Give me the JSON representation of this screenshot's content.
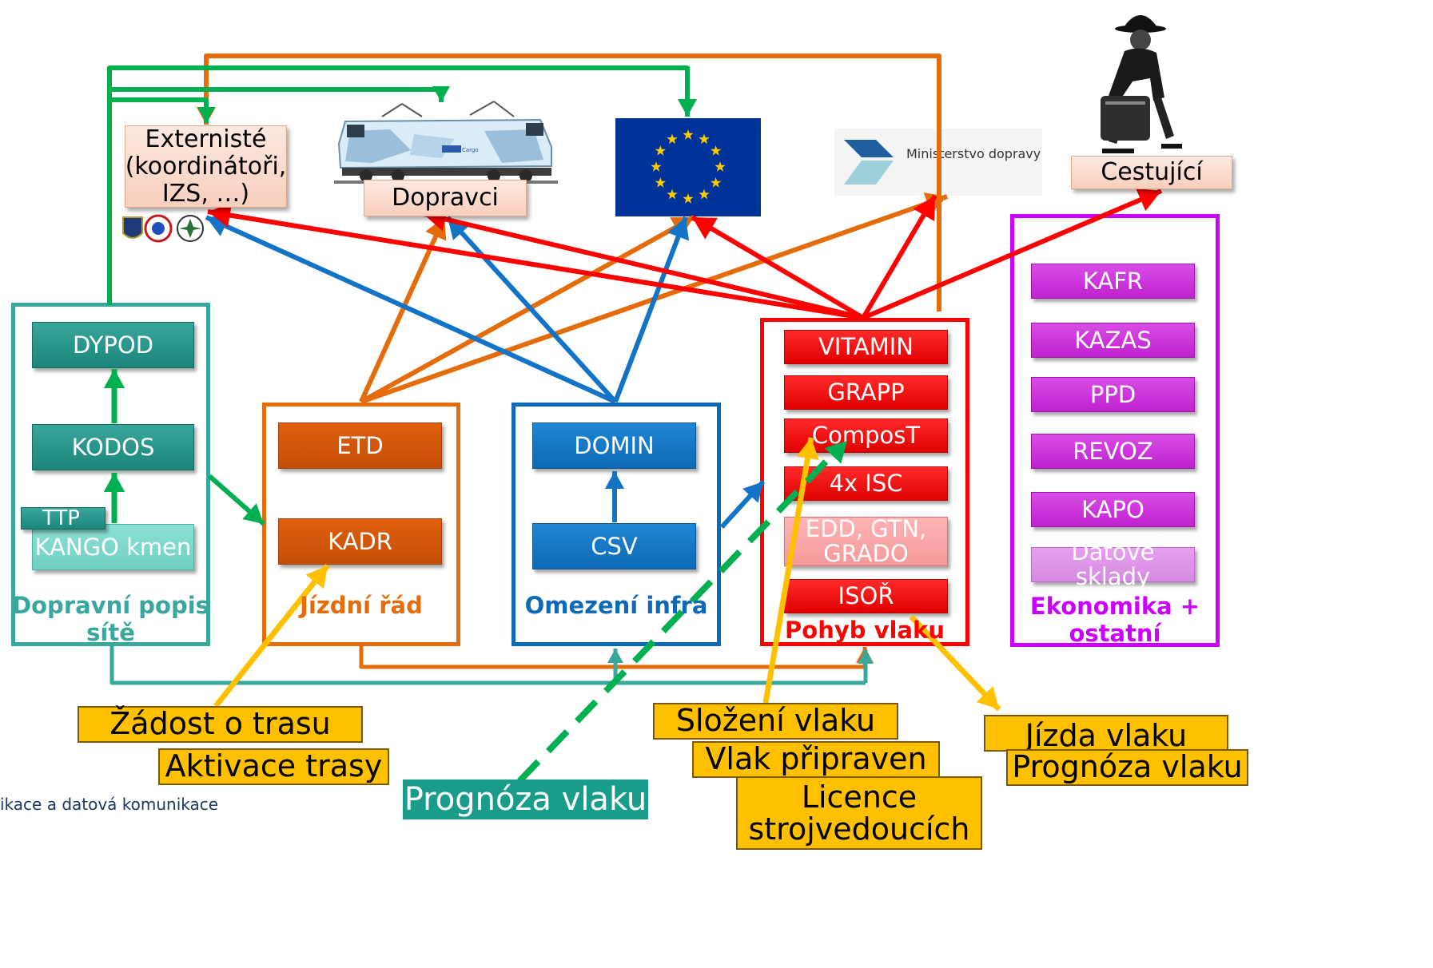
{
  "groups": {
    "dopravni": {
      "title": "Dopravní popis sítě"
    },
    "jizdni": {
      "title": "Jízdní řád"
    },
    "omezeni": {
      "title": "Omezení infra"
    },
    "pohyb": {
      "title": "Pohyb vlaku"
    },
    "ekonomika": {
      "title": "Ekonomika + ostatní"
    }
  },
  "systems": {
    "dypod": "DYPOD",
    "kodos": "KODOS",
    "ttp": "TTP",
    "kango": "KANGO kmen",
    "etd": "ETD",
    "kadr": "KADR",
    "domin": "DOMIN",
    "csv": "CSV",
    "vitamin": "VITAMIN",
    "grapp": "GRAPP",
    "compost": "ComposT",
    "isc": "4x ISC",
    "edd": "EDD, GTN, GRADO",
    "isor": "ISOŘ",
    "kafr": "KAFR",
    "kazas": "KAZAS",
    "ppd": "PPD",
    "revoz": "REVOZ",
    "kapo": "KAPO",
    "datove": "Datové sklady"
  },
  "recipients": {
    "externiste": "Externisté (koordinátoři, IZS, …)",
    "dopravci": "Dopravci",
    "cestujici": "Cestující",
    "ministerstvo": "Ministerstvo dopravy",
    "cargo_logo": "Cargo"
  },
  "notes": {
    "zadost": "Žádost o trasu",
    "aktivace": "Aktivace trasy",
    "prognoza_teal": "Prognóza vlaku",
    "slozeni": "Složení vlaku",
    "pripraven": "Vlak připraven",
    "licence": "Licence strojvedoucích",
    "jizda": "Jízda vlaku",
    "prognoza": "Prognóza vlaku"
  },
  "footer": "ikace a datová komunikace",
  "colors": {
    "teal": "#00b050",
    "orange": "#e46c0a",
    "blue": "#1273c7",
    "red": "#ff0000",
    "magenta": "#cc00ff",
    "yellow": "#ffc000",
    "eu_blue": "#003399",
    "eu_star": "#ffcc00"
  }
}
